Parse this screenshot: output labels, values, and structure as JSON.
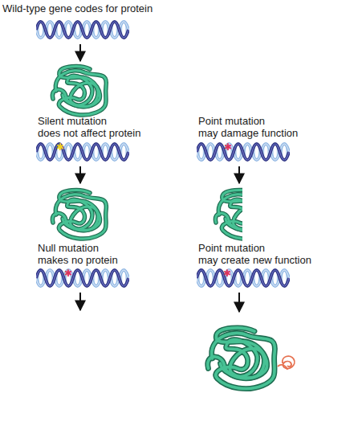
{
  "diagram": {
    "labels": [
      "Wild-type gene codes for protein",
      "Silent mutation does not affect protein",
      "Point mutation may damage function",
      "Null mutation makes no protein",
      "Point mutation may create new function"
    ]
  }
}
